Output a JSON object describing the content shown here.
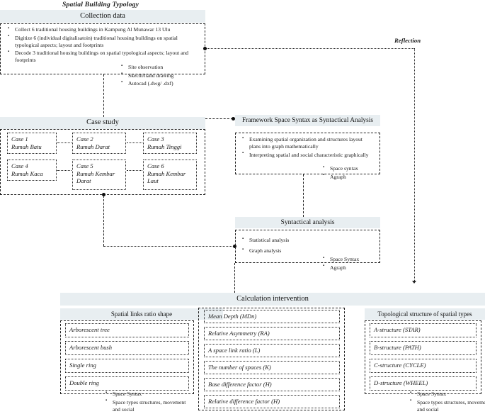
{
  "figure": {
    "title": "Spatial Building Typology",
    "reflection_label": "Reflection",
    "accent_header_color": "#e8eef1",
    "line_color": "#1f1f1f"
  },
  "collection": {
    "header": "Collection data",
    "items": [
      "Collect 6 traditional housing buildings in Kampung Al Munawar 13 Ulu",
      "Digitize 6  (individual digitalisatoin) traditional housing buildings on spatial typological aspects; layout and footprints",
      "Decode 3 traditional housing buildings on spatial typological aspects; layout and footprints"
    ],
    "tools": [
      "Site observation",
      "Skecth/hand drawing",
      "Autocad (.dwg/ .dxf)"
    ]
  },
  "case_study": {
    "header": "Case study",
    "cases": [
      {
        "label": "Case 1",
        "name": "Rumah Batu"
      },
      {
        "label": "Case 2",
        "name": "Rumah Darat"
      },
      {
        "label": "Case 3",
        "name": "Rumah Tinggi"
      },
      {
        "label": "Case 4",
        "name": "Rumah Kaca"
      },
      {
        "label": "Case 5",
        "name": "Rumah Kembar Darat"
      },
      {
        "label": "Case 6",
        "name": "Rumah Kembar Laut"
      }
    ]
  },
  "framework": {
    "header": "Framework Space Syntax as Syntactical Analysis",
    "items": [
      "Examining spatial organization and structures layout plans into graph mathematically",
      "Interpreting spatial and social characteristic graphically"
    ],
    "tools": [
      "Space syntax",
      "Agraph"
    ]
  },
  "syntactical": {
    "header": "Syntactical analysis",
    "items": [
      "Statistical analysis",
      "Graph analysis"
    ],
    "tools": [
      "Space Syntax",
      "Agraph"
    ]
  },
  "calculation": {
    "header": "Calculation intervention",
    "left": {
      "header": "Spatial links ratio shape",
      "items": [
        "Arborescent tree",
        "Arborescent bush",
        "Single ring",
        "Double ring"
      ],
      "tools": [
        "Space Syntax",
        "Space types structures, movement and social"
      ]
    },
    "middle": {
      "items": [
        "Mean Depth (MDn)",
        "Relative Asymmetry (RA)",
        "A space link ratio (L)",
        "The number of spaces (K)",
        "Base difference factor (H)",
        "Relative difference factor (H)"
      ]
    },
    "right": {
      "header": "Topological structure of spatial types",
      "items": [
        "A-structure (STAR)",
        "B-structure (PATH)",
        "C-structure (CYCLE)",
        "D-structure (WHEEL)"
      ],
      "tools": [
        "Space Syntax",
        "Space types structures, movement and social"
      ]
    }
  }
}
